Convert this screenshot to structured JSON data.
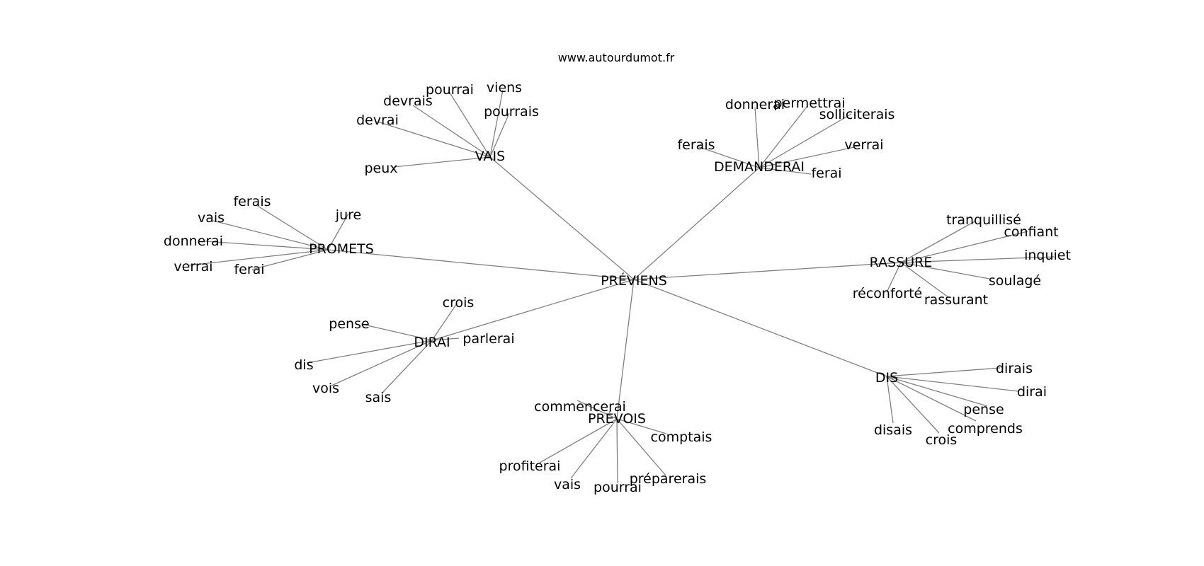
{
  "header": {
    "site": "www.autourdumot.fr"
  },
  "graph": {
    "root": "PRÉVIENS",
    "clusters": [
      {
        "word": "VAIS",
        "neighbors": [
          "pourrai",
          "viens",
          "devrais",
          "pourrais",
          "devrai",
          "peux"
        ]
      },
      {
        "word": "DEMANDERAI",
        "neighbors": [
          "donnerai",
          "permettrai",
          "solliciterais",
          "ferais",
          "verrai",
          "ferai"
        ]
      },
      {
        "word": "PROMETS",
        "neighbors": [
          "ferais",
          "jure",
          "vais",
          "donnerai",
          "verrai",
          "ferai"
        ]
      },
      {
        "word": "RASSURE",
        "neighbors": [
          "tranquillisé",
          "confiant",
          "inquiet",
          "soulagé",
          "réconforté",
          "rassurant"
        ]
      },
      {
        "word": "DIRAI",
        "neighbors": [
          "crois",
          "pense",
          "parlerai",
          "dis",
          "vois",
          "sais"
        ]
      },
      {
        "word": "DIS",
        "neighbors": [
          "dirais",
          "dirai",
          "pense",
          "comprends",
          "disais",
          "crois"
        ]
      },
      {
        "word": "PRÉVOIS",
        "neighbors": [
          "commencerai",
          "comptais",
          "profiterai",
          "vais",
          "pourrai",
          "préparerais"
        ]
      }
    ]
  }
}
